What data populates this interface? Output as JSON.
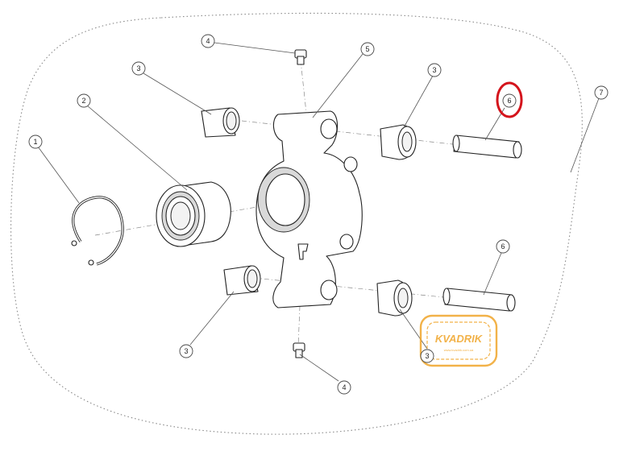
{
  "callouts": {
    "c1": "1",
    "c2": "2",
    "c3a": "3",
    "c3b": "3",
    "c3c": "3",
    "c3d": "3",
    "c4a": "4",
    "c4b": "4",
    "c5": "5",
    "c6a": "6",
    "c6b": "6",
    "c7": "7"
  },
  "highlight": {
    "target": "6",
    "color": "#d4141c"
  },
  "watermark": {
    "text": "KVADRIK",
    "subtext": "www.kvadrik.com.ua",
    "color": "#f0a52a"
  }
}
